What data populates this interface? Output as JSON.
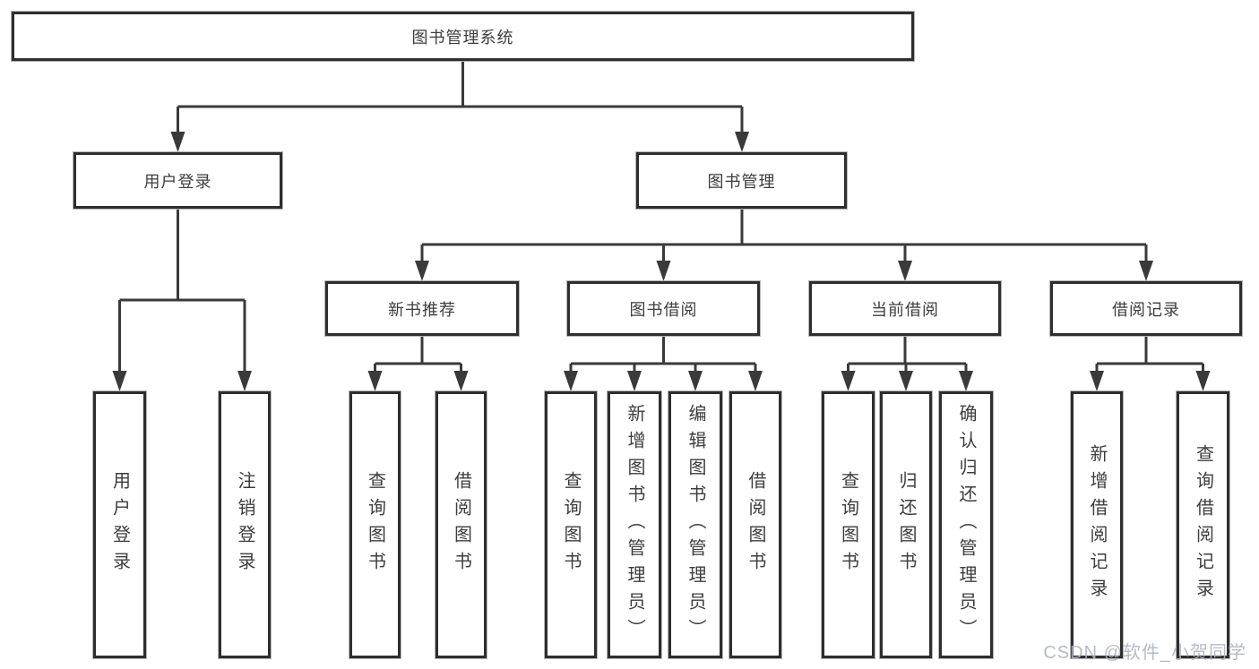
{
  "colors": {
    "line": "#3a3a3a",
    "box_border": "#2e2e2e",
    "text": "#3d3d3d",
    "watermark": "#aeb4be"
  },
  "tree": {
    "root": {
      "label": "图书管理系统",
      "children": [
        {
          "label": "用户登录",
          "children": [
            {
              "label": "用户登录"
            },
            {
              "label": "注销登录"
            }
          ]
        },
        {
          "label": "图书管理",
          "children": [
            {
              "label": "新书推荐",
              "children": [
                {
                  "label": "查询图书"
                },
                {
                  "label": "借阅图书"
                }
              ]
            },
            {
              "label": "图书借阅",
              "children": [
                {
                  "label": "查询图书"
                },
                {
                  "label": "新增图书（管理员）"
                },
                {
                  "label": "编辑图书（管理员）"
                },
                {
                  "label": "借阅图书"
                }
              ]
            },
            {
              "label": "当前借阅",
              "children": [
                {
                  "label": "查询图书"
                },
                {
                  "label": "归还图书"
                },
                {
                  "label": "确认归还（管理员）"
                }
              ]
            },
            {
              "label": "借阅记录",
              "children": [
                {
                  "label": "新增借阅记录"
                },
                {
                  "label": "查询借阅记录"
                }
              ]
            }
          ]
        }
      ]
    }
  },
  "watermark": "CSDN @软件_小贺同学"
}
